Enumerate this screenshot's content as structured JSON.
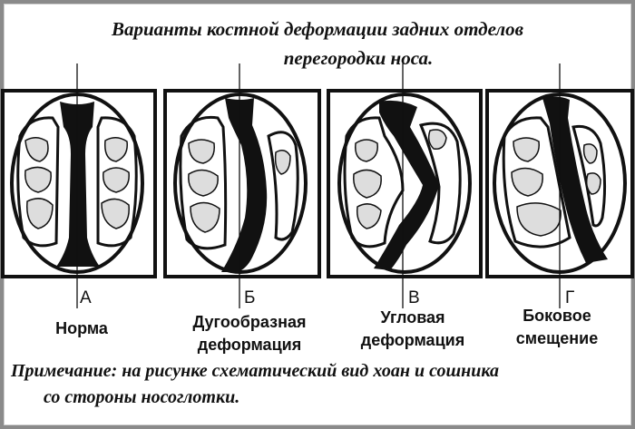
{
  "title": {
    "line1": "Варианты костной деформации задних отделов",
    "line2": "перегородки носа."
  },
  "panels": [
    {
      "letter": "А",
      "label": "Норма"
    },
    {
      "letter": "Б",
      "label": "Дугообразная деформация"
    },
    {
      "letter": "В",
      "label": "Угловая деформация"
    },
    {
      "letter": "Г",
      "label": "Боковое смещение"
    }
  ],
  "note": {
    "line1": "Примечание: на рисунке схематический вид хоан и сошника",
    "line2": "со стороны носоглотки."
  }
}
